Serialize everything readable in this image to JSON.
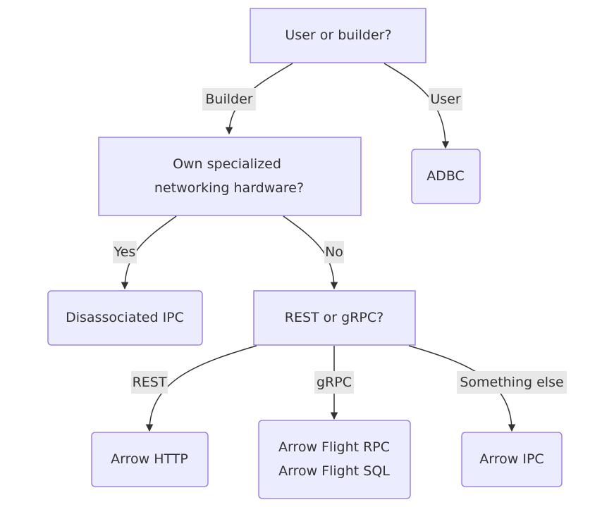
{
  "nodes": {
    "user_or_builder": "User or builder?",
    "own_hardware": [
      "Own specialized",
      "networking hardware?"
    ],
    "adbc": "ADBC",
    "disassociated_ipc": "Disassociated IPC",
    "rest_or_grpc": "REST or gRPC?",
    "arrow_http": "Arrow HTTP",
    "arrow_flight": [
      "Arrow Flight RPC",
      "Arrow Flight SQL"
    ],
    "arrow_ipc": "Arrow IPC"
  },
  "edges": {
    "builder": "Builder",
    "user": "User",
    "yes": "Yes",
    "no": "No",
    "rest": "REST",
    "grpc": "gRPC",
    "something_else": "Something else"
  },
  "colors": {
    "node_fill": "#ECECFF",
    "node_stroke": "#9370DB",
    "edge_stroke": "#333333",
    "label_bg": "#E8E8E8"
  }
}
